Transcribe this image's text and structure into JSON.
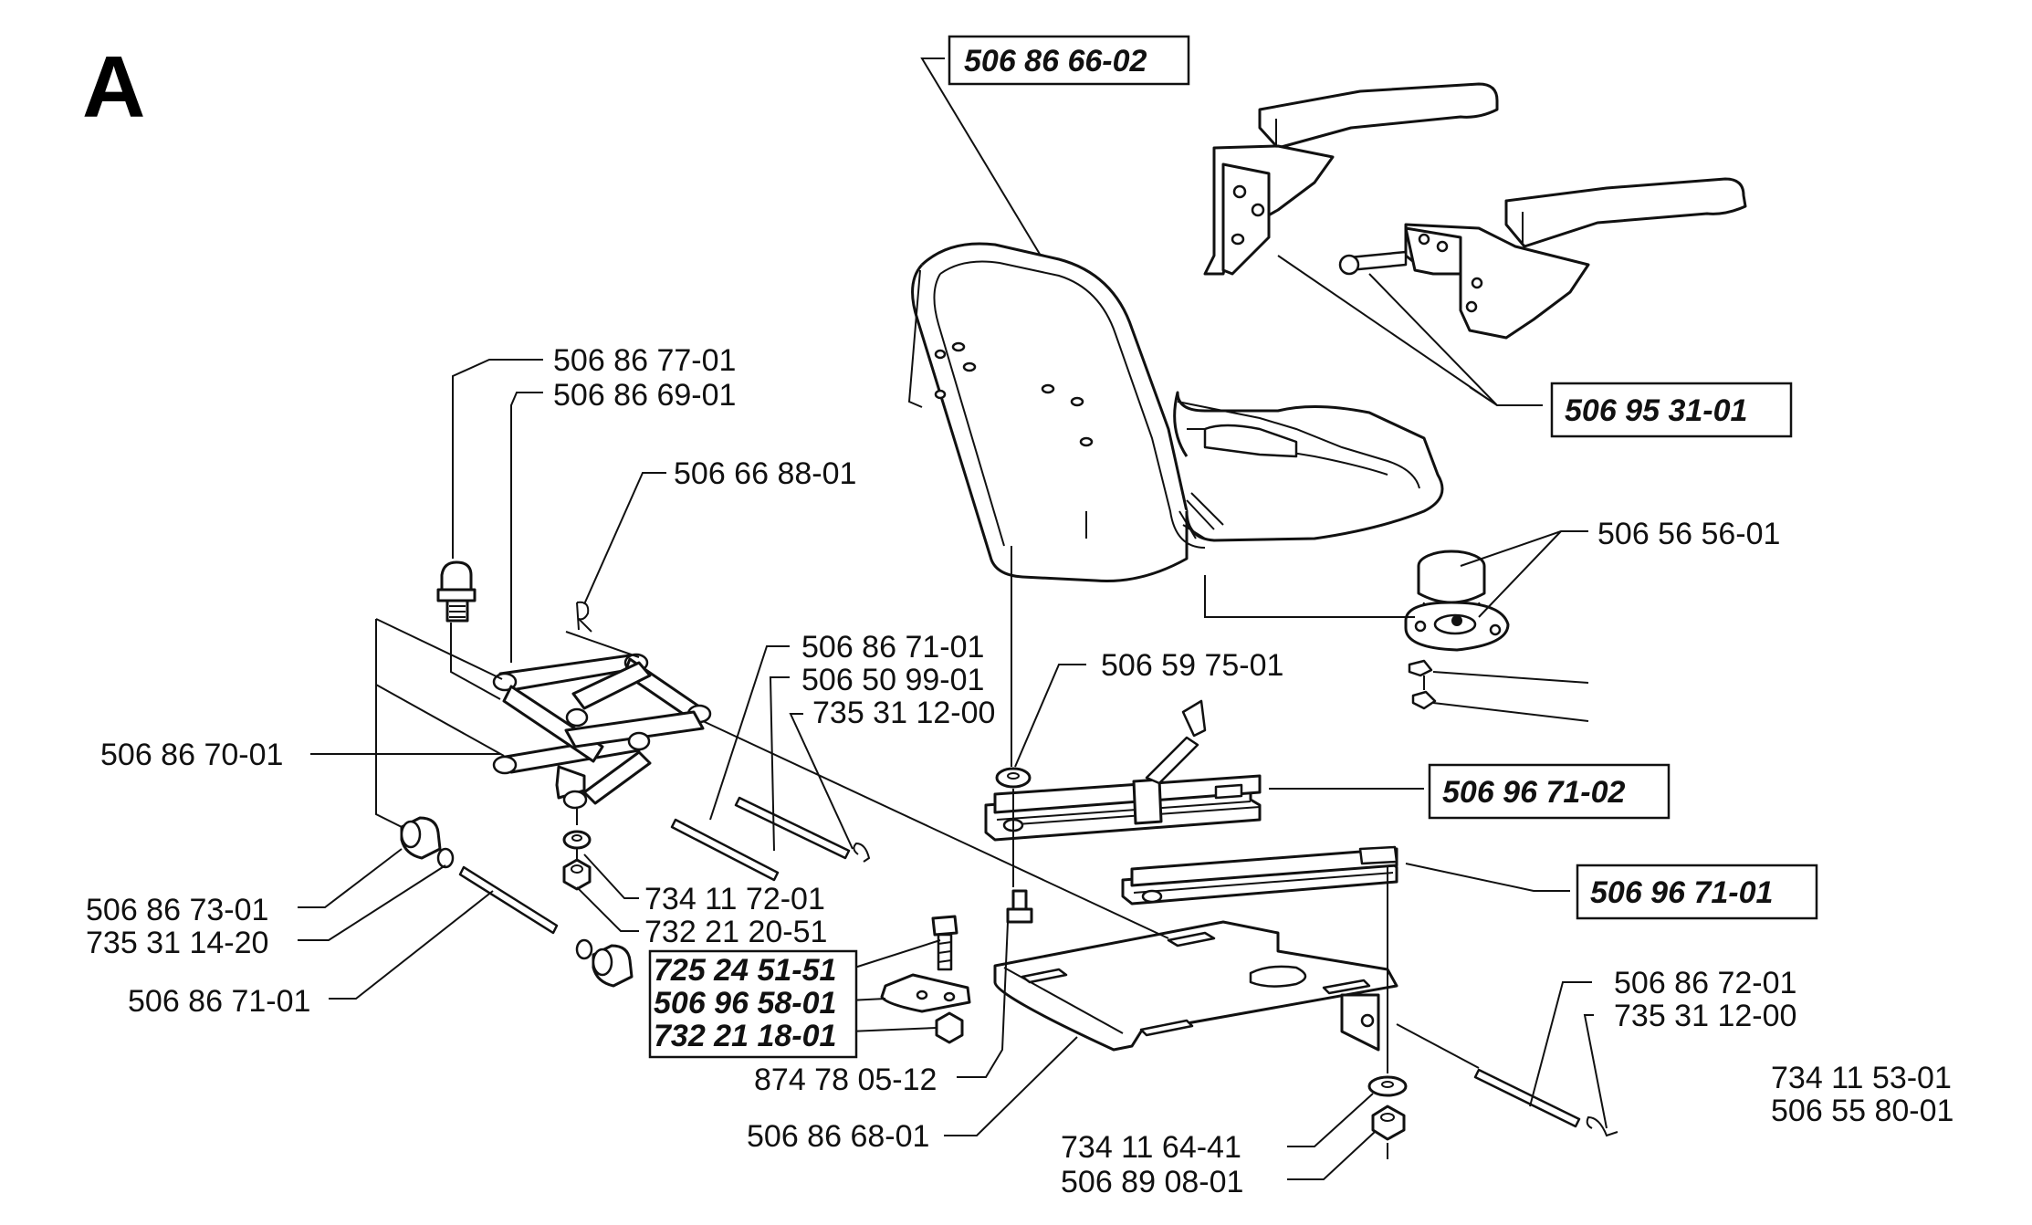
{
  "diagram": {
    "section_letter": "A",
    "labels": {
      "seat_back": "506 86 66-02",
      "armrest": "506 95 31-01",
      "damper_cap": "506 56 56-01",
      "slide_rail_upper": "506 96 71-02",
      "slide_rail_lower": "506 96 71-01",
      "pin_top": "506 86 77-01",
      "link_top": "506 86 69-01",
      "spring_clip": "506 66 88-01",
      "rod_a": "506 86 71-01",
      "rod_b": "506 50 99-01",
      "clip_a": "735 31 12-00",
      "washer_center": "506 59 75-01",
      "frame_link": "506 86 70-01",
      "bushing": "506 86 73-01",
      "washer_small": "735 31 14-20",
      "washer_mid": "734 11 72-01",
      "nut_mid": "732 21 20-51",
      "rod_c": "506 86 71-01",
      "bolt_box": "725 24 51-51",
      "bracket_box": "506 96 58-01",
      "nut_box": "732 21 18-01",
      "bolt_bottom": "874 78 05-12",
      "base_plate": "506 86 68-01",
      "rod_d": "506 86 72-01",
      "clip_b": "735 31 12-00",
      "washer_bottom": "734 11 64-41",
      "nut_bottom": "506 89 08-01",
      "extra_1": "734 11 53-01",
      "extra_2": "506 55 80-01"
    }
  }
}
